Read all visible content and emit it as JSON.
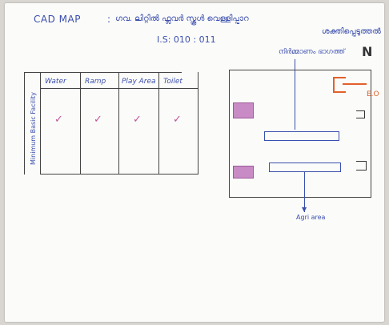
{
  "header": {
    "title": "CAD MAP",
    "colon": ":",
    "school_line": "ഗവ. ലിറ്റിൽ ഫ്ലവർ സ്കൂൾ വെള്ളിപ്പാറ",
    "school_line2": "ശക്തിപ്പെടുത്തൽ",
    "code": "I.S: 010 : 011"
  },
  "table": {
    "row_label": "Minimum Basic Facility",
    "columns": [
      "Water",
      "Ramp",
      "Play Area",
      "Toilet"
    ],
    "checks": [
      "✓",
      "✓",
      "✓",
      "✓"
    ]
  },
  "plan": {
    "road_label": "നിർമ്മാണം ഭാഗത്ത്",
    "agri_label": "Agri area",
    "north": "N",
    "entrance_label": "E.O"
  },
  "colors": {
    "ink_blue": "#3b4fae",
    "check_pink": "#c0569a",
    "room_pink": "#c98bc5",
    "entrance_orange": "#e2602a"
  }
}
